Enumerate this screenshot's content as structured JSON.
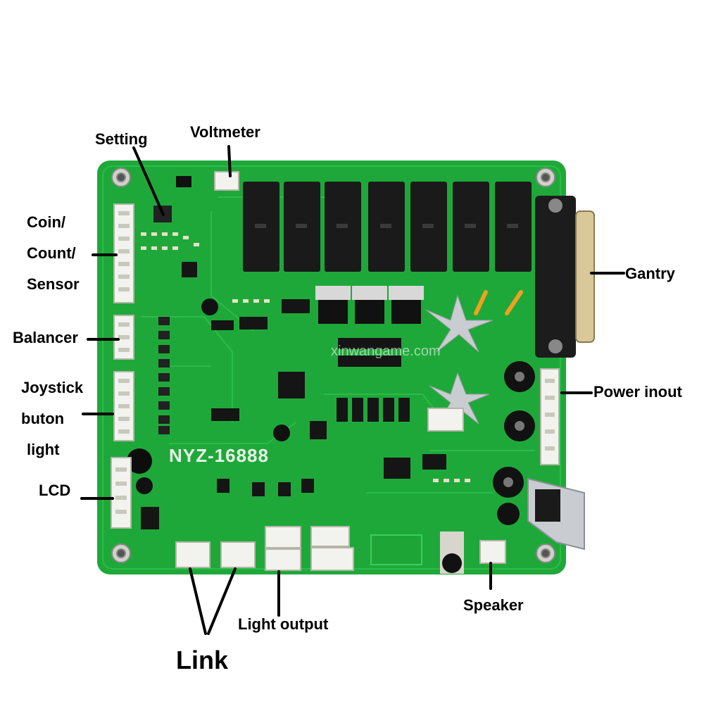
{
  "board": {
    "model": "NYZ-16888",
    "watermark": "xinwangame.com",
    "colors": {
      "pcb": "#1fa83a",
      "pcb_dark": "#168a2e",
      "relay": "#1a1a1a",
      "connector": "#f2f2ee",
      "pad": "#d9d9c8",
      "cap": "#111111",
      "heatsink": "#c9ccd0",
      "label_line": "#000000"
    }
  },
  "labels": {
    "setting": "Setting",
    "voltmeter": "Voltmeter",
    "coin_1": "Coin/",
    "coin_2": "Count/",
    "coin_3": "Sensor",
    "balancer": "Balancer",
    "joystick_1": "Joystick",
    "joystick_2": "buton",
    "joystick_3": "light",
    "lcd": "LCD",
    "gantry": "Gantry",
    "power": "Power inout",
    "speaker": "Speaker",
    "light_output": "Light output",
    "link": "Link"
  }
}
